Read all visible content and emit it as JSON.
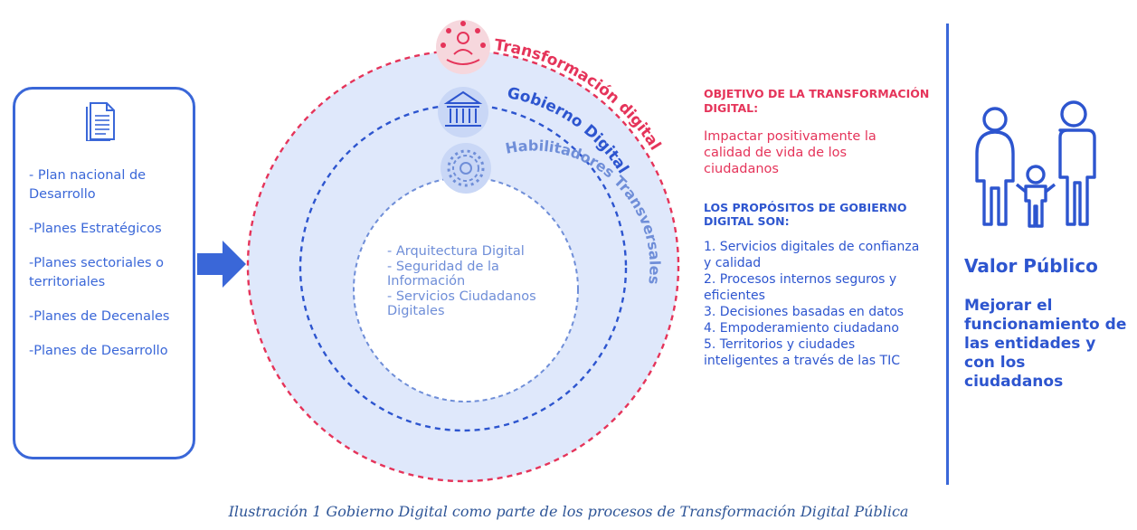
{
  "left_panel": {
    "icon": "document-icon",
    "items": [
      "- Plan nacional de Desarrollo",
      "-Planes Estratégicos",
      "-Planes sectoriales o territoriales",
      "-Planes de Decenales",
      "-Planes de Desarrollo"
    ]
  },
  "circles": {
    "outer_label": "Transformación digital",
    "middle_label": "Gobierno Digital",
    "inner_label": "Habilitadores Transversales",
    "outer_icon": "people-network-icon",
    "middle_icon": "government-building-icon",
    "inner_icon": "gear-icon",
    "inner_items": [
      "- Arquitectura Digital",
      "- Seguridad de la Información",
      "- Servicios Ciudadanos Digitales"
    ]
  },
  "objective": {
    "title": "OBJETIVO DE LA TRANSFORMACIÓN DIGITAL:",
    "text": "Impactar positivamente la calidad de vida de los ciudadanos"
  },
  "purposes": {
    "title": "LOS PROPÓSITOS DE GOBIERNO DIGITAL SON:",
    "items": [
      "1. Servicios digitales de confianza y calidad",
      "2. Procesos internos seguros y eficientes",
      "3. Decisiones basadas en datos",
      "4. Empoderamiento ciudadano",
      "5. Territorios y ciudades inteligentes a través de las TIC"
    ]
  },
  "valor": {
    "icon": "family-icon",
    "title": "Valor Público",
    "text": "Mejorar el funcionamiento de las entidades y con los ciudadanos"
  },
  "caption": "Ilustración 1 Gobierno Digital como parte de los procesos de Transformación Digital Pública",
  "colors": {
    "blue": "#3a67d8",
    "pink": "#e5345a",
    "circle_fill": "#dfe8fb",
    "caption": "#2e5597"
  }
}
